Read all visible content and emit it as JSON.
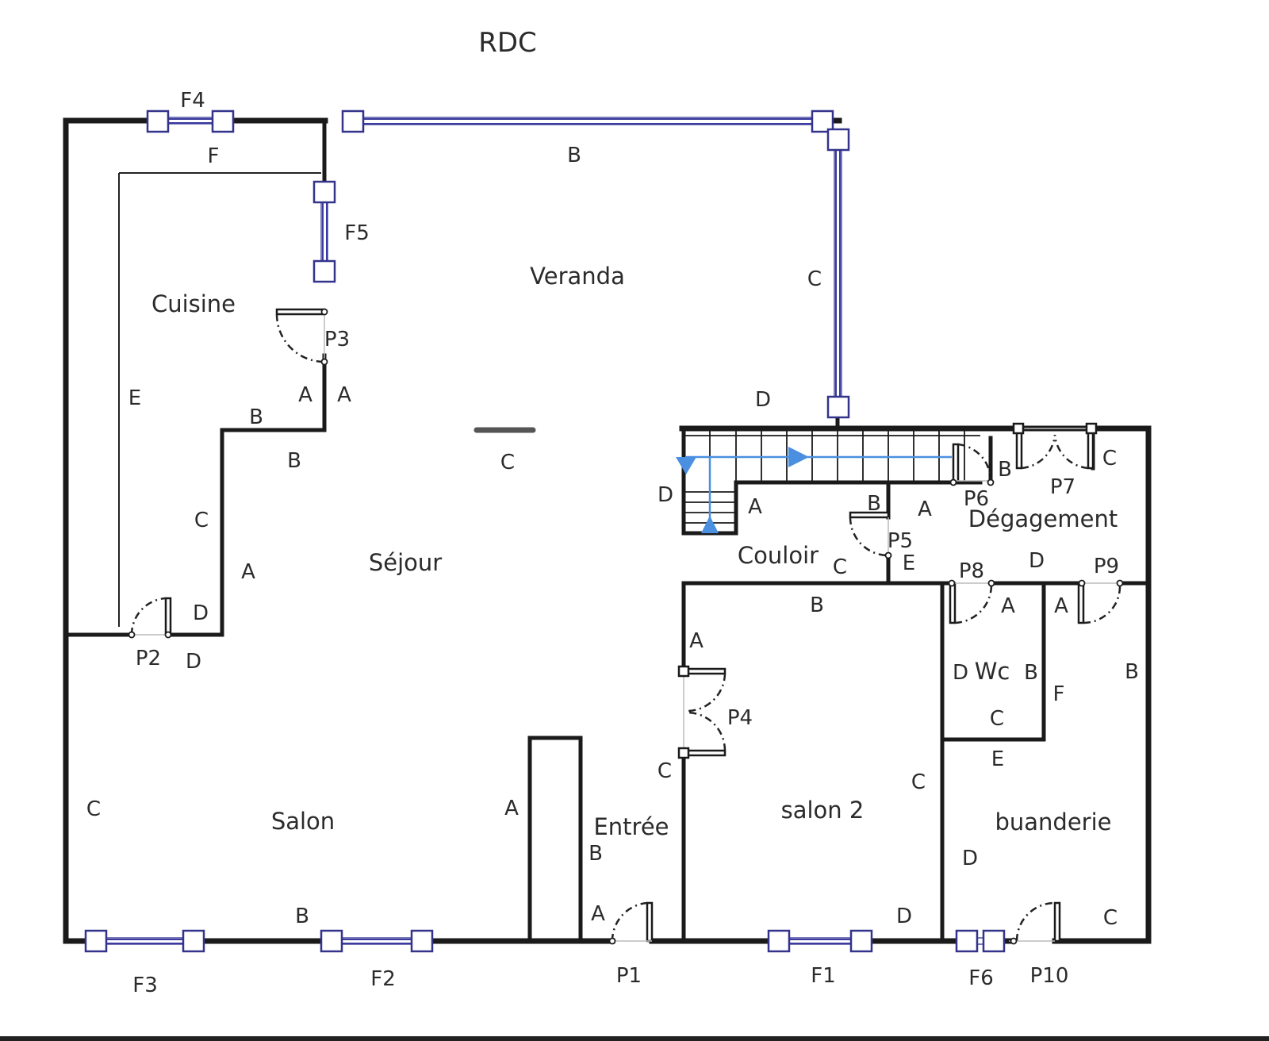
{
  "title": "RDC",
  "rooms": {
    "veranda": "Veranda",
    "cuisine": "Cuisine",
    "sejour": "Séjour",
    "salon": "Salon",
    "entree": "Entrée",
    "couloir": "Couloir",
    "salon2": "salon 2",
    "degagement": "Dégagement",
    "wc": "Wc",
    "buanderie": "buanderie"
  },
  "openings": {
    "windows": [
      "F1",
      "F2",
      "F3",
      "F4",
      "F5",
      "F6"
    ],
    "doors": [
      "P1",
      "P2",
      "P3",
      "P4",
      "P5",
      "P6",
      "P7",
      "P8",
      "P9",
      "P10"
    ]
  },
  "wall_labels": {
    "veranda_b": "B",
    "veranda_c": "C",
    "veranda_d": "D",
    "cuisine_f": "F",
    "cuisine_e": "E",
    "cuisine_a": "A",
    "cuisine_b": "B",
    "sejour_a_top": "A",
    "sejour_b": "B",
    "sejour_c": "C",
    "sejour_c_left": "C",
    "sejour_a": "A",
    "sejour_d": "D",
    "p2_d": "D",
    "salon_c": "C",
    "salon_b": "B",
    "salon_a": "A",
    "entree_b": "B",
    "entree_a": "A",
    "entree_c": "C",
    "stair_d": "D",
    "stair_a": "A",
    "couloir_b_top": "B",
    "couloir_a": "A",
    "couloir_e": "E",
    "couloir_c": "C",
    "p6_b": "B",
    "p7_c": "C",
    "deg_d": "D",
    "salon2_b": "B",
    "salon2_a": "A",
    "salon2_c": "C",
    "salon2_d": "D",
    "wc_a": "A",
    "wc_d": "D",
    "wc_b": "B",
    "wc_c": "C",
    "bu_a": "A",
    "bu_f": "F",
    "bu_b": "B",
    "bu_e": "E",
    "bu_d": "D",
    "bu_c": "C"
  },
  "colors": {
    "wall": "#1a1a1a",
    "window": "#3a3aa0",
    "stair_arrow": "#4a8fe0"
  }
}
